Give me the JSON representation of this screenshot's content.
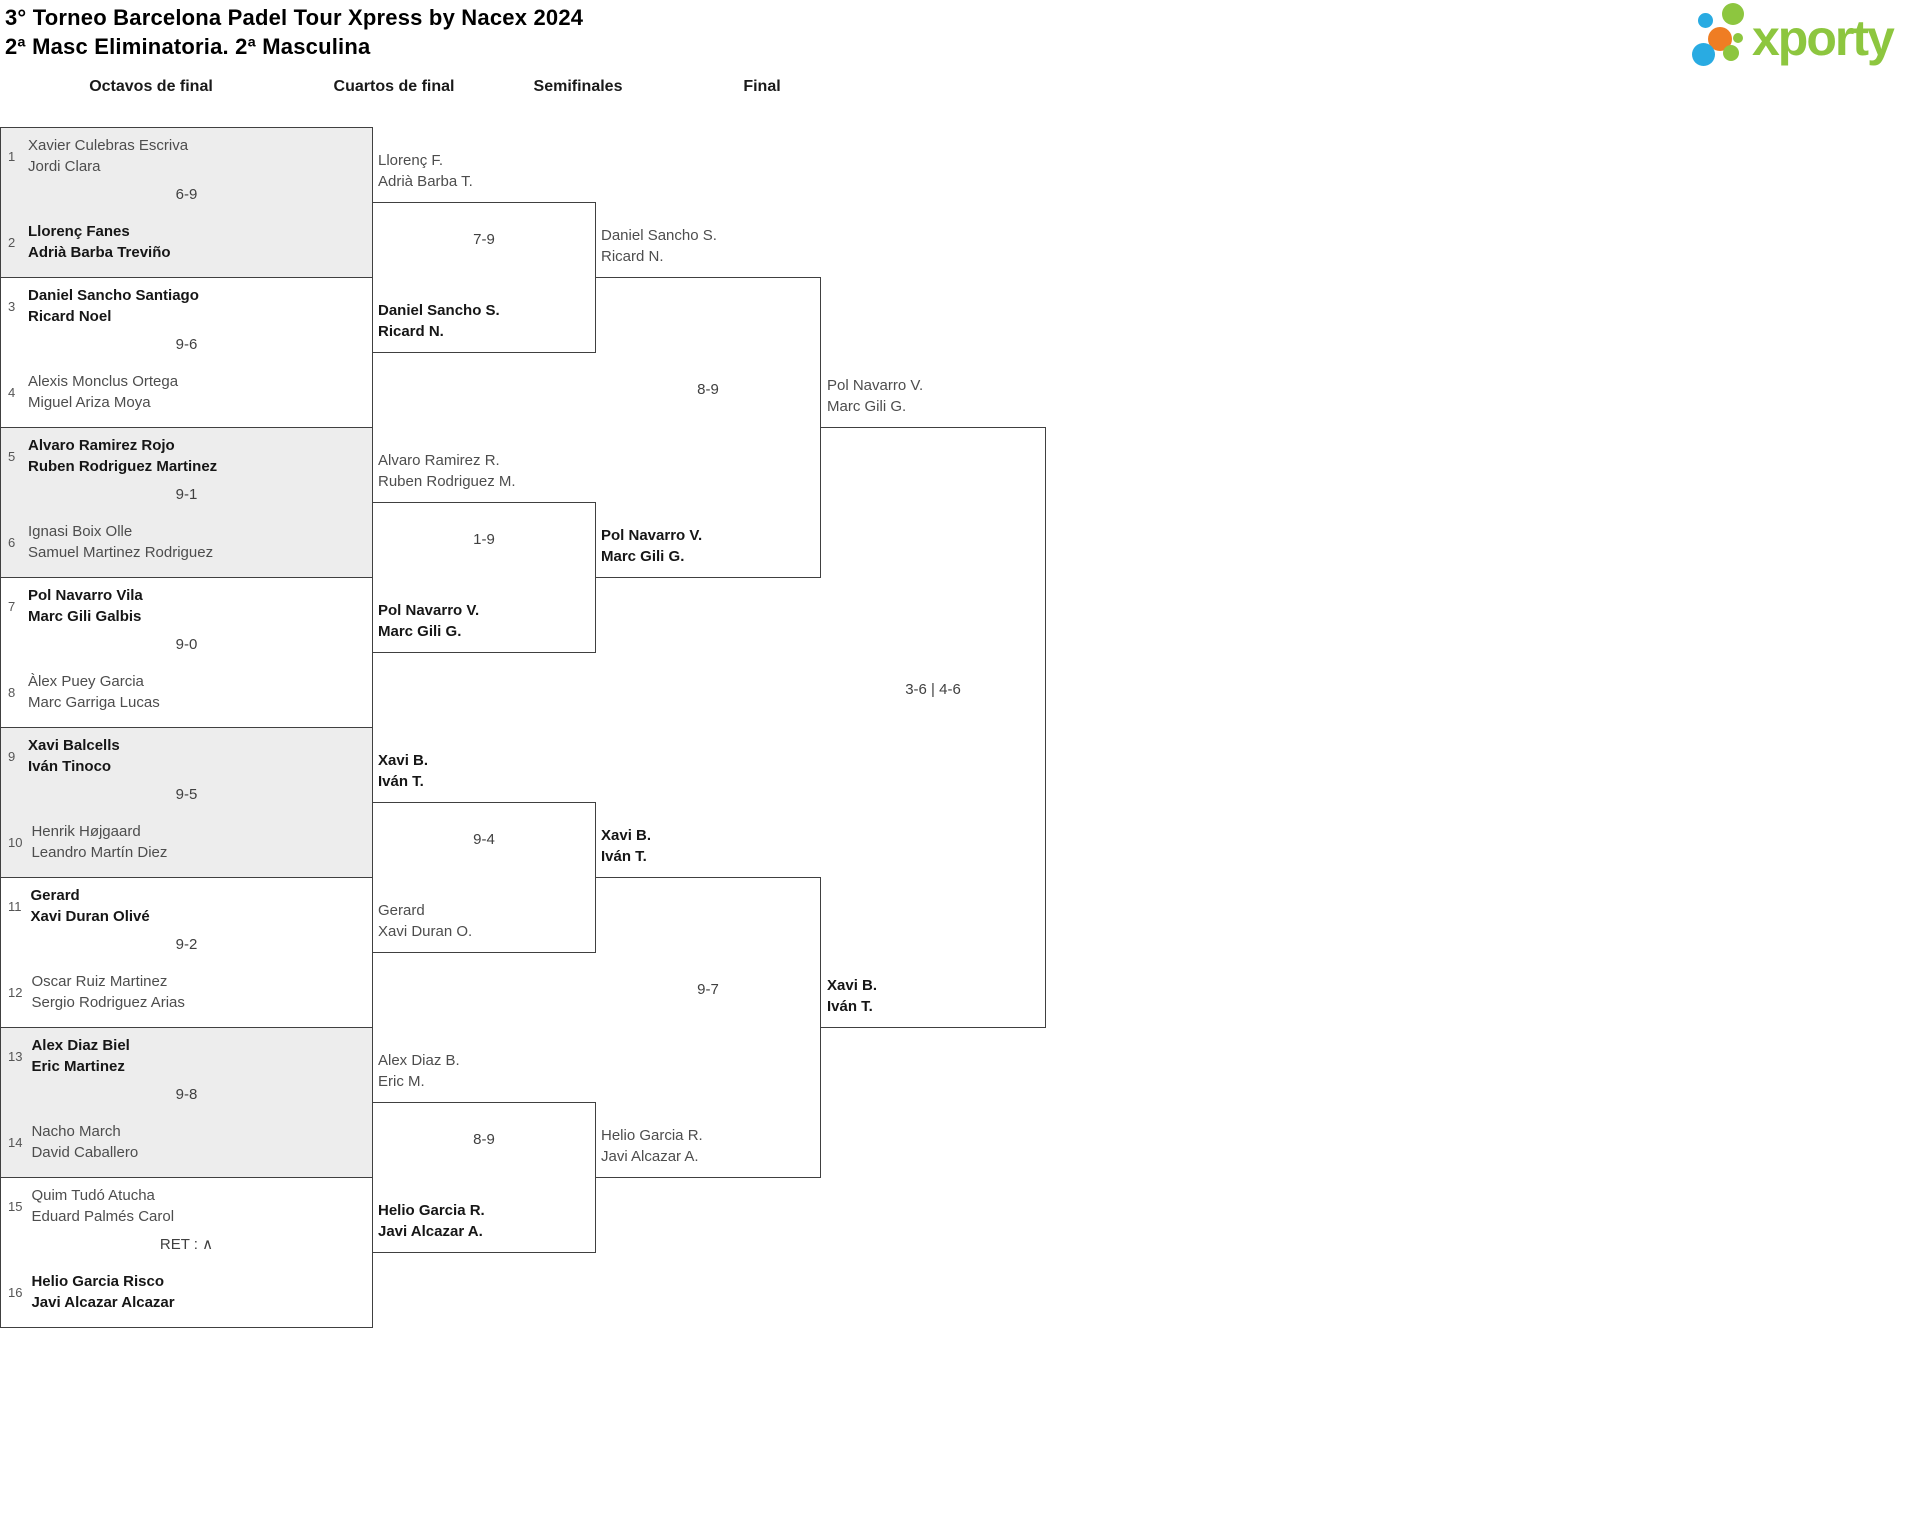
{
  "header": {
    "title_line1": "3° Torneo Barcelona Padel Tour Xpress by Nacex 2024",
    "title_line2": "2ª Masc Eliminatoria. 2ª Masculina"
  },
  "logo": {
    "text": "xporty",
    "colors": {
      "green": "#8dc63f",
      "blue": "#29abe2",
      "orange": "#ef7d23"
    }
  },
  "round_headers": [
    "Octavos de final",
    "Cuartos de final",
    "Semifinales",
    "Final"
  ],
  "bracket": {
    "octavos": [
      {
        "seed_a": "1",
        "a1": "Xavier Culebras Escriva",
        "a2": "Jordi Clara",
        "score": "6-9",
        "seed_b": "2",
        "b1": "Llorenç Fanes",
        "b2": "Adrià Barba Treviño",
        "winner": "b"
      },
      {
        "seed_a": "3",
        "a1": "Daniel Sancho Santiago",
        "a2": "Ricard Noel",
        "score": "9-6",
        "seed_b": "4",
        "b1": "Alexis Monclus Ortega",
        "b2": "Miguel Ariza Moya",
        "winner": "a"
      },
      {
        "seed_a": "5",
        "a1": "Alvaro Ramirez Rojo",
        "a2": "Ruben Rodriguez Martinez",
        "score": "9-1",
        "seed_b": "6",
        "b1": "Ignasi Boix Olle",
        "b2": "Samuel Martinez Rodriguez",
        "winner": "a"
      },
      {
        "seed_a": "7",
        "a1": "Pol Navarro Vila",
        "a2": "Marc Gili Galbis",
        "score": "9-0",
        "seed_b": "8",
        "b1": "Àlex Puey Garcia",
        "b2": "Marc Garriga Lucas",
        "winner": "a"
      },
      {
        "seed_a": "9",
        "a1": "Xavi Balcells",
        "a2": "Iván Tinoco",
        "score": "9-5",
        "seed_b": "10",
        "b1": "Henrik Højgaard",
        "b2": "Leandro Martín Diez",
        "winner": "a"
      },
      {
        "seed_a": "11",
        "a1": "Gerard",
        "a2": "Xavi Duran Olivé",
        "score": "9-2",
        "seed_b": "12",
        "b1": "Oscar Ruiz Martinez",
        "b2": "Sergio Rodriguez Arias",
        "winner": "a"
      },
      {
        "seed_a": "13",
        "a1": "Alex Diaz Biel",
        "a2": "Eric Martinez",
        "score": "9-8",
        "seed_b": "14",
        "b1": "Nacho March",
        "b2": "David Caballero",
        "winner": "a"
      },
      {
        "seed_a": "15",
        "a1": "Quim Tudó Atucha",
        "a2": "Eduard Palmés Carol",
        "score": "RET : ∧",
        "seed_b": "16",
        "b1": "Helio Garcia Risco",
        "b2": "Javi Alcazar Alcazar",
        "winner": "b"
      }
    ],
    "cuartos": [
      {
        "a1": "Llorenç F.",
        "a2": "Adrià Barba T.",
        "score": "7-9",
        "b1": "Daniel Sancho S.",
        "b2": "Ricard N.",
        "winner": "b"
      },
      {
        "a1": "Alvaro Ramirez R.",
        "a2": "Ruben Rodriguez M.",
        "score": "1-9",
        "b1": "Pol Navarro V.",
        "b2": "Marc Gili G.",
        "winner": "b"
      },
      {
        "a1": "Xavi B.",
        "a2": "Iván T.",
        "score": "9-4",
        "b1": "Gerard",
        "b2": "Xavi Duran O.",
        "winner": "a"
      },
      {
        "a1": "Alex Diaz B.",
        "a2": "Eric M.",
        "score": "8-9",
        "b1": "Helio Garcia R.",
        "b2": "Javi Alcazar A.",
        "winner": "b"
      }
    ],
    "semifinales": [
      {
        "a1": "Daniel Sancho S.",
        "a2": "Ricard N.",
        "score": "8-9",
        "b1": "Pol Navarro V.",
        "b2": "Marc Gili G.",
        "winner": "b"
      },
      {
        "a1": "Xavi B.",
        "a2": "Iván T.",
        "score": "9-7",
        "b1": "Helio Garcia R.",
        "b2": "Javi Alcazar A.",
        "winner": "a"
      }
    ],
    "final": {
      "a1": "Pol Navarro V.",
      "a2": "Marc Gili G.",
      "score": "3-6 | 4-6",
      "b1": "Xavi B.",
      "b2": "Iván T.",
      "winner": "b"
    }
  }
}
